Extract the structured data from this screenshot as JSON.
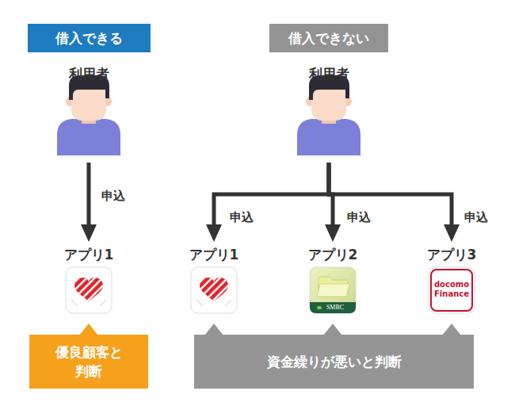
{
  "diagram": {
    "nodes": [
      {
        "text": [
          "借入できる"
        ]
      },
      {
        "text": [
          "借入できない"
        ]
      },
      {
        "text": [
          "利用者"
        ]
      },
      {
        "text": [
          "利用者"
        ]
      },
      {
        "text": [
          "アプリ1"
        ]
      },
      {
        "text": [
          "アプリ1"
        ]
      },
      {
        "text": [
          "アプリ2",
          "SMBC"
        ]
      },
      {
        "text": [
          "アプリ3",
          "docomo Finance"
        ]
      },
      {
        "text": [
          "優良顧客と 判断"
        ]
      },
      {
        "text": [
          "資金繰りが悪いと判断"
        ]
      }
    ],
    "edges": [
      {
        "from": 2,
        "to": 4,
        "label": "申込",
        "arrow": "to"
      },
      {
        "from": 3,
        "to": 5,
        "label": "申込",
        "arrow": "to"
      },
      {
        "from": 3,
        "to": 6,
        "label": "申込",
        "arrow": "to"
      },
      {
        "from": 3,
        "to": 7,
        "label": "申込",
        "arrow": "to"
      }
    ]
  }
}
